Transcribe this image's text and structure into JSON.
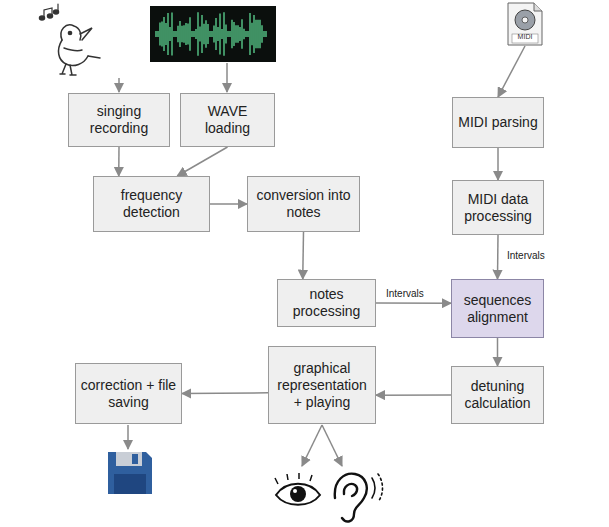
{
  "diagram": {
    "nodes": [
      {
        "text": [
          "MIDI"
        ]
      },
      {
        "text": [
          "singing recording"
        ]
      },
      {
        "text": [
          "WAVE loading"
        ]
      },
      {
        "text": [
          "MIDI parsing"
        ]
      },
      {
        "text": [
          "frequency detection"
        ]
      },
      {
        "text": [
          "conversion into notes"
        ]
      },
      {
        "text": [
          "MIDI data processing"
        ]
      },
      {
        "text": [
          "notes processing"
        ]
      },
      {
        "text": [
          "sequences alignment"
        ]
      },
      {
        "text": [
          "graphical representation + playing"
        ]
      },
      {
        "text": [
          "correction + file saving"
        ]
      },
      {
        "text": [
          "detuning calculation"
        ]
      }
    ],
    "edges": [
      {
        "from": 0,
        "to": 3,
        "arrow": "to"
      },
      {
        "from": 1,
        "to": 4,
        "arrow": "to"
      },
      {
        "from": 2,
        "to": 4,
        "arrow": "to"
      },
      {
        "from": 3,
        "to": 6,
        "arrow": "to"
      },
      {
        "from": 4,
        "to": 5,
        "arrow": "to"
      },
      {
        "from": 5,
        "to": 7,
        "arrow": "to"
      },
      {
        "from": 6,
        "to": 8,
        "label": "Intervals",
        "arrow": "to"
      },
      {
        "from": 7,
        "to": 8,
        "label": "Intervals",
        "arrow": "to"
      },
      {
        "from": 8,
        "to": 11,
        "arrow": "to"
      },
      {
        "from": 11,
        "to": 9,
        "arrow": "to"
      },
      {
        "from": 9,
        "to": 10,
        "arrow": "to"
      }
    ]
  }
}
